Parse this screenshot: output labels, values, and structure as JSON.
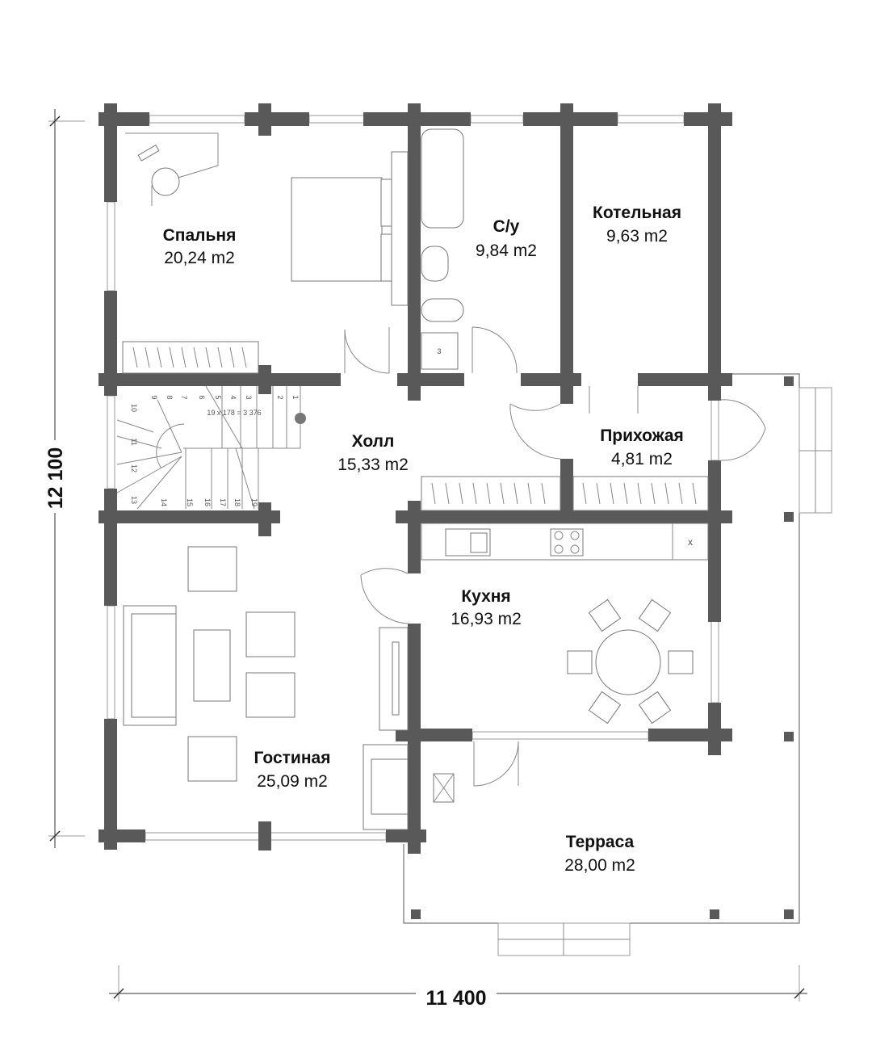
{
  "plan": {
    "rooms": [
      {
        "name": "Спальня",
        "area": "20,24 m2"
      },
      {
        "name": "С/у",
        "area": "9,84 m2"
      },
      {
        "name": "Котельная",
        "area": "9,63 m2"
      },
      {
        "name": "Холл",
        "area": "15,33 m2"
      },
      {
        "name": "Прихожая",
        "area": "4,81 m2"
      },
      {
        "name": "Кухня",
        "area": "16,93 m2"
      },
      {
        "name": "Гостиная",
        "area": "25,09 m2"
      },
      {
        "name": "Терраса",
        "area": "28,00 m2"
      }
    ],
    "stair_label": "19 x 178 = 3 376",
    "stair_steps": [
      "1",
      "2",
      "3",
      "4",
      "5",
      "6",
      "7",
      "8",
      "9",
      "10",
      "11",
      "12",
      "13",
      "14",
      "15",
      "16",
      "17",
      "18",
      "19"
    ],
    "bath_mark": "3",
    "kitchen_mark": "x",
    "dims": {
      "height": "12 100",
      "width": "11 400"
    },
    "colors": {
      "wall": "#595959",
      "line": "#888888"
    }
  }
}
